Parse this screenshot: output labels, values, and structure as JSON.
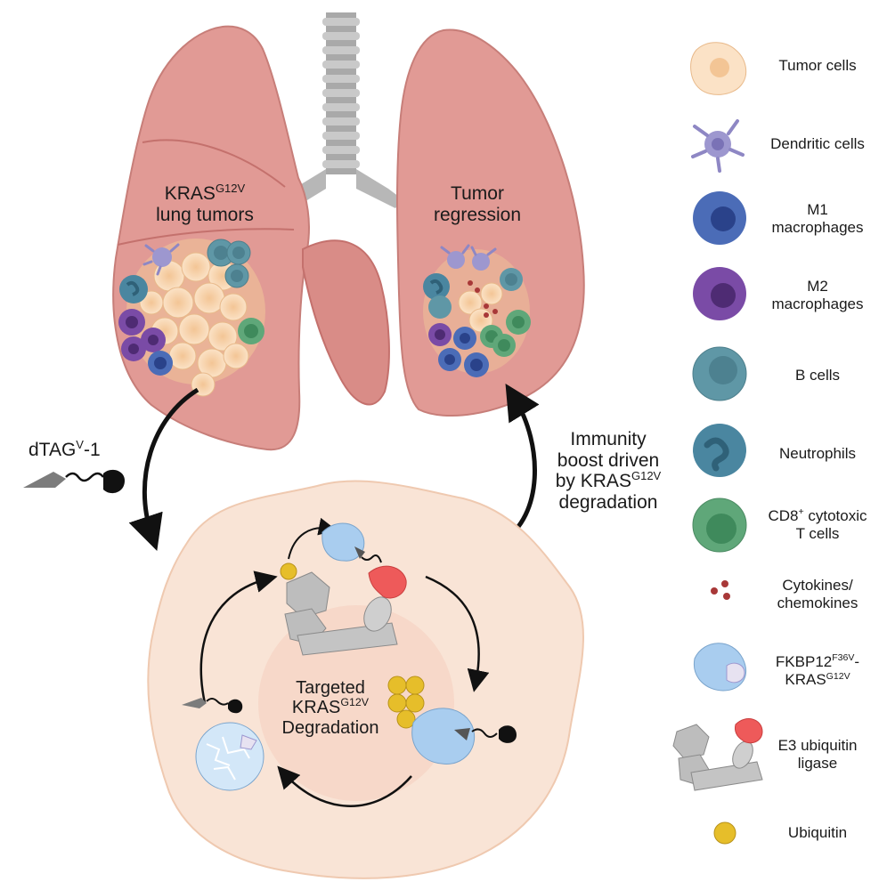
{
  "diagram": {
    "lung_labels": {
      "left_title": "KRAS",
      "left_title_sup": "G12V",
      "left_sub": "lung tumors",
      "right_line1": "Tumor",
      "right_line2": "regression"
    },
    "drug_label": "dTAG",
    "drug_label_sup": "V",
    "drug_label_suffix": "-1",
    "immunity_label": {
      "line1": "Immunity",
      "line2": "boost driven",
      "line3": "by KRAS",
      "line3_sup": "G12V",
      "line4": "degradation"
    },
    "degradation_label": {
      "line1": "Targeted",
      "line2": "KRAS",
      "line2_sup": "G12V",
      "line3": "Degradation"
    }
  },
  "legend": {
    "tumor_cells": "Tumor cells",
    "dendritic_cells": "Dendritic cells",
    "m1_line1": "M1",
    "m1_line2": "macrophages",
    "m2_line1": "M2",
    "m2_line2": "macrophages",
    "b_cells": "B cells",
    "neutrophils": "Neutrophils",
    "cd8_prefix": "CD8",
    "cd8_sup": "+",
    "cd8_suffix": " cytotoxic",
    "cd8_line2": "T cells",
    "cytokines_line1": "Cytokines/",
    "cytokines_line2": "chemokines",
    "fkbp_prefix": "FKBP12",
    "fkbp_sup": "F36V",
    "fkbp_dash": "-",
    "fkbp_line2": "KRAS",
    "fkbp_line2_sup": "G12V",
    "e3_line1": "E3 ubiquitin",
    "e3_line2": "ligase",
    "ubiquitin": "Ubiquitin"
  },
  "colors": {
    "lung": "#e19a95",
    "lung_dark": "#c4716d",
    "trachea": "#b5b5b5",
    "tumor": "#f6d2a8",
    "dendritic": "#9d97cf",
    "m1": "#4b6cb7",
    "m2": "#7a4ba6",
    "b_cell": "#5f97a6",
    "neutrophil": "#4a86a0",
    "cd8": "#5fa779",
    "cytokine": "#a83838",
    "fkbp": "#a9cdef",
    "e3": "#bdbdbd",
    "e3_red": "#ee5a5a",
    "ubiquitin": "#e6be2a",
    "cell_bg": "#f9e4d6"
  }
}
